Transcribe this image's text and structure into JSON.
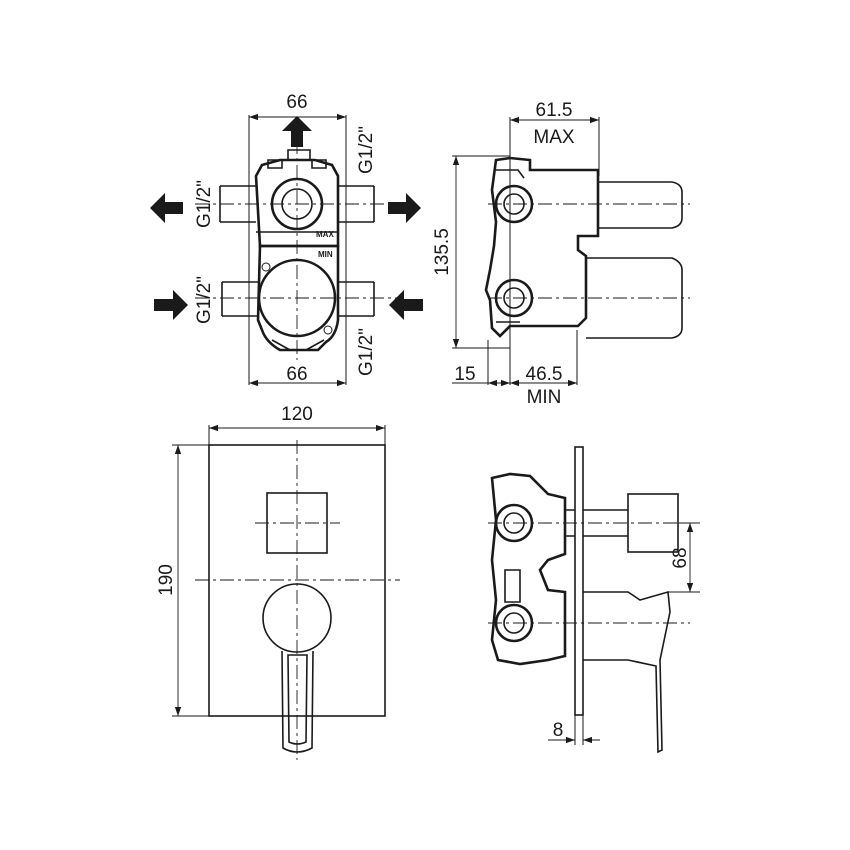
{
  "views": {
    "top_left": {
      "dim_width_top": "66",
      "dim_width_bottom": "66",
      "thread_top_right": "G1/2\"",
      "thread_left_upper": "G1/2\"",
      "thread_left_lower": "G1/2\"",
      "thread_bottom_right": "G1/2\"",
      "mark_max": "MAX",
      "mark_min": "MIN"
    },
    "top_right": {
      "dim_depth_max_value": "61.5",
      "dim_depth_max_label": "MAX",
      "dim_height": "135.5",
      "dim_offset": "15",
      "dim_depth_min_value": "46.5",
      "dim_depth_min_label": "MIN"
    },
    "bottom_left": {
      "dim_plate_width": "120",
      "dim_plate_height": "190"
    },
    "bottom_right": {
      "dim_axis_spacing": "68",
      "dim_plate_thickness": "8"
    }
  }
}
